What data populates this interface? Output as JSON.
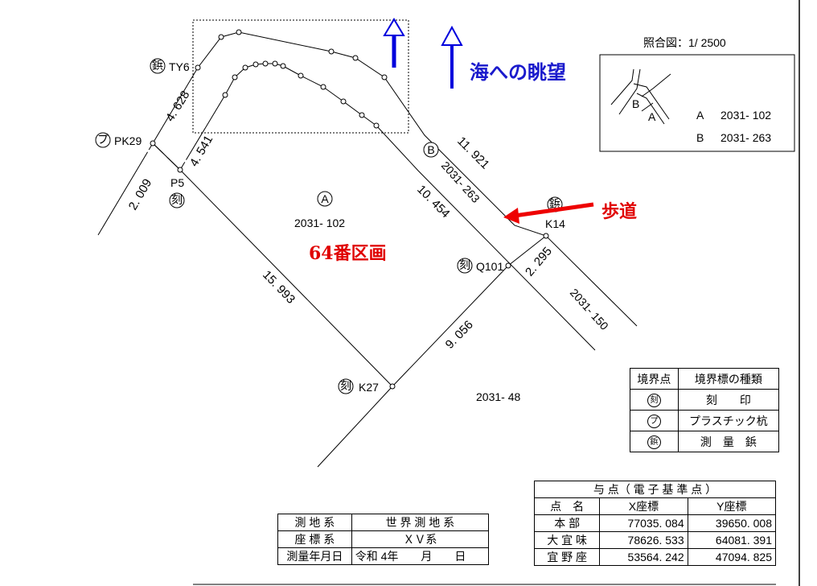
{
  "scale_label": "照合図：1/ 2500",
  "view_label": "海への眺望",
  "sidewalk_label": "歩道",
  "block_label": "64番区画",
  "parcels": {
    "a_symbol": "A",
    "a_number": "2031- 102",
    "b_symbol": "B",
    "b_number": "2031- 263",
    "p150": "2031- 150",
    "p48": "2031- 48"
  },
  "points": {
    "ty6": "TY6",
    "pk29": "PK29",
    "p5": "P5",
    "k14": "K14",
    "q101": "Q101",
    "k27": "K27"
  },
  "marks": {
    "byou": "鋲",
    "pu": "プ",
    "koku": "刻"
  },
  "distances": {
    "d1": "4. 628",
    "d2": "2. 009",
    "d3": "4. 541",
    "d4": "11. 921",
    "d5": "10. 454",
    "d6": "2. 295",
    "d7": "15. 993",
    "d8": "9. 056"
  },
  "inset": {
    "a_label": "A",
    "a_value": "2031- 102",
    "b_label": "B",
    "b_value": "2031- 263"
  },
  "legend": {
    "header_point": "境界点",
    "header_type": "境界標の種類",
    "rows": [
      {
        "mark": "刻",
        "text": "刻　　印"
      },
      {
        "mark": "プ",
        "text": "プラスチック杭"
      },
      {
        "mark": "鋲",
        "text": "測　量　鋲"
      }
    ]
  },
  "survey_table": {
    "rows": [
      {
        "label": "測 地 系",
        "value": "世 界 測 地 系"
      },
      {
        "label": "座 標 系",
        "value": "ＸＶ系"
      },
      {
        "label": "測量年月日",
        "value": "令和  4年　　月　　日"
      }
    ]
  },
  "ref_table": {
    "title": "与 点（ 電 子 基 準 点 ）",
    "headers": [
      "点　名",
      "X座標",
      "Y座標"
    ],
    "rows": [
      [
        "本 部",
        "77035. 084",
        "39650. 008"
      ],
      [
        "大 宜 味",
        "78626. 533",
        "64081. 391"
      ],
      [
        "宜 野 座",
        "53564. 242",
        "47094. 825"
      ]
    ]
  },
  "colors": {
    "blue_text": "#1a1acc",
    "red_text": "#e00000",
    "arrow_blue": "#0000dd",
    "arrow_red": "#ee0000"
  }
}
